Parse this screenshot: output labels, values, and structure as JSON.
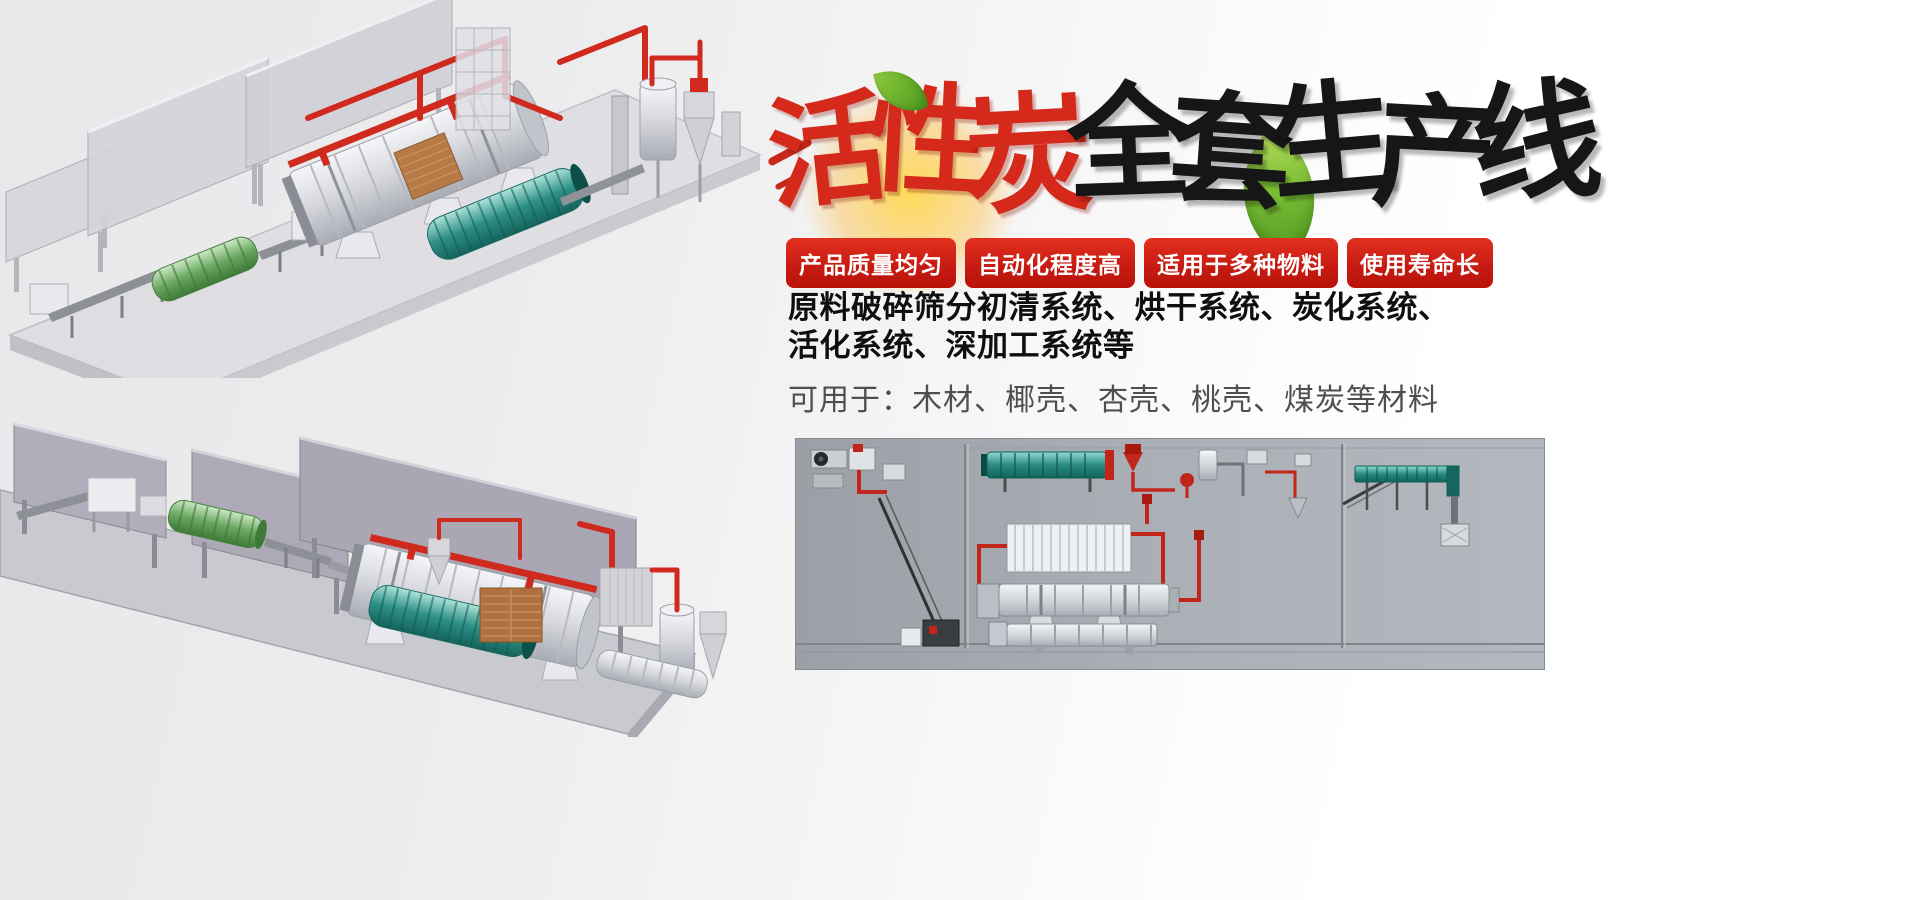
{
  "title": {
    "full": "活性炭全套生产线",
    "red_chars": [
      "活",
      "性",
      "炭"
    ],
    "black_chars": [
      "全",
      "套",
      "生",
      "产",
      "线"
    ]
  },
  "badges": [
    {
      "label": "产品质量均匀"
    },
    {
      "label": "自动化程度高"
    },
    {
      "label": "适用于多种物料"
    },
    {
      "label": "使用寿命长"
    }
  ],
  "description": {
    "line1": "原料破碎筛分初清系统、烘干系统、炭化系统、",
    "line2": "活化系统、深加工系统等",
    "line3": "可用于：木材、椰壳、杏壳、桃壳、煤炭等材料"
  },
  "colors": {
    "title_red": "#d5291b",
    "title_black": "#161616",
    "badge_red": "#c51a12",
    "leaf_green": "#6ab32e",
    "pipe_red": "#cf2a1d",
    "drum_teal": "#2e8f86"
  }
}
